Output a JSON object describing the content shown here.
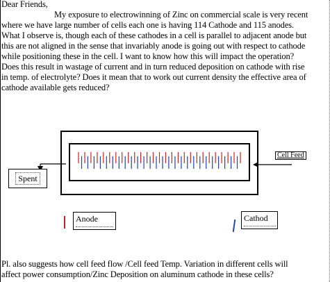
{
  "greeting": "Dear Friends,",
  "paragraph1": [
    "My exposure to electrowinning of Zinc on commercial scale is very recent",
    "where we have large number of cells each one is having 114 Cathode and 115 anodes.",
    "What I observe is, though each of these cathodes in a cell is parallel to adjacent anode but",
    "this are not aligned in the sense that invariably anode is going out with respect to cathode",
    "while positioning these in the cell. I want to know how this will impact the operation?",
    "Does this result in wastage of current and in turn reduced deposition on cathode with rise",
    "in temp. of electrolyte? Does it mean that to work out current density the effective area of",
    "cathode available gets reduced?"
  ],
  "paragraph2": [
    "Pl. also suggests how cell feed flow /Cell feed Temp. Variation in different cells will",
    "affect power consumption/Zinc Deposition on aluminum cathode in these cells?"
  ],
  "diagram": {
    "cell_feed_label": "Cell Feed",
    "spent_label": "Spent",
    "anode_label": "Anode",
    "cathode_label": "Cathod",
    "colors": {
      "anode": "#cc2222",
      "cathode": "#2244aa",
      "outline": "#000000"
    },
    "electrode_sequence": [
      "anode",
      "cathode",
      "anode",
      "cathode",
      "anode",
      "cathode",
      "anode",
      "cathode",
      "anode",
      "cathode",
      "anode",
      "cathode",
      "anode",
      "cathode",
      "anode",
      "cathode",
      "anode",
      "cathode",
      "anode",
      "cathode",
      "anode",
      "cathode",
      "anode",
      "cathode",
      "anode",
      "cathode",
      "anode",
      "cathode",
      "anode",
      "cathode",
      "anode",
      "cathode",
      "anode",
      "cathode",
      "anode",
      "cathode",
      "anode",
      "cathode",
      "anode",
      "cathode",
      "anode",
      "cathode",
      "anode",
      "cathode",
      "anode",
      "cathode",
      "anode",
      "cathode",
      "anode",
      "cathode",
      "anode",
      "cathode",
      "anode"
    ]
  }
}
